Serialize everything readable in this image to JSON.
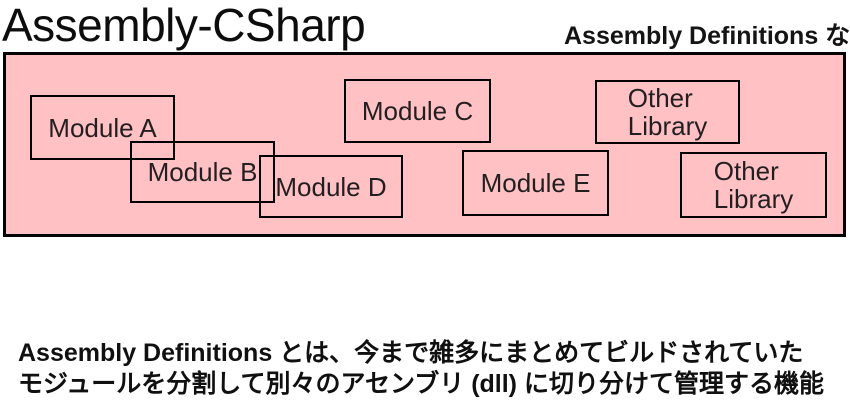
{
  "header": {
    "title": "Assembly-CSharp",
    "note": "Assembly Definitions なし"
  },
  "diagram": {
    "container_fill_color": "#FFC1C4",
    "container_border_color": "#000000",
    "modules": [
      {
        "label": "Module A"
      },
      {
        "label": "Module B"
      },
      {
        "label": "Module C"
      },
      {
        "label": "Module D"
      },
      {
        "label": "Module E"
      },
      {
        "label": "Other\nLibrary"
      },
      {
        "label": "Other\nLibrary"
      }
    ]
  },
  "caption": {
    "line1": "Assembly Definitions とは、今まで雑多にまとめてビルドされていた",
    "line2": "モジュールを分割して別々のアセンブリ (dll) に切り分けて管理する機能"
  }
}
